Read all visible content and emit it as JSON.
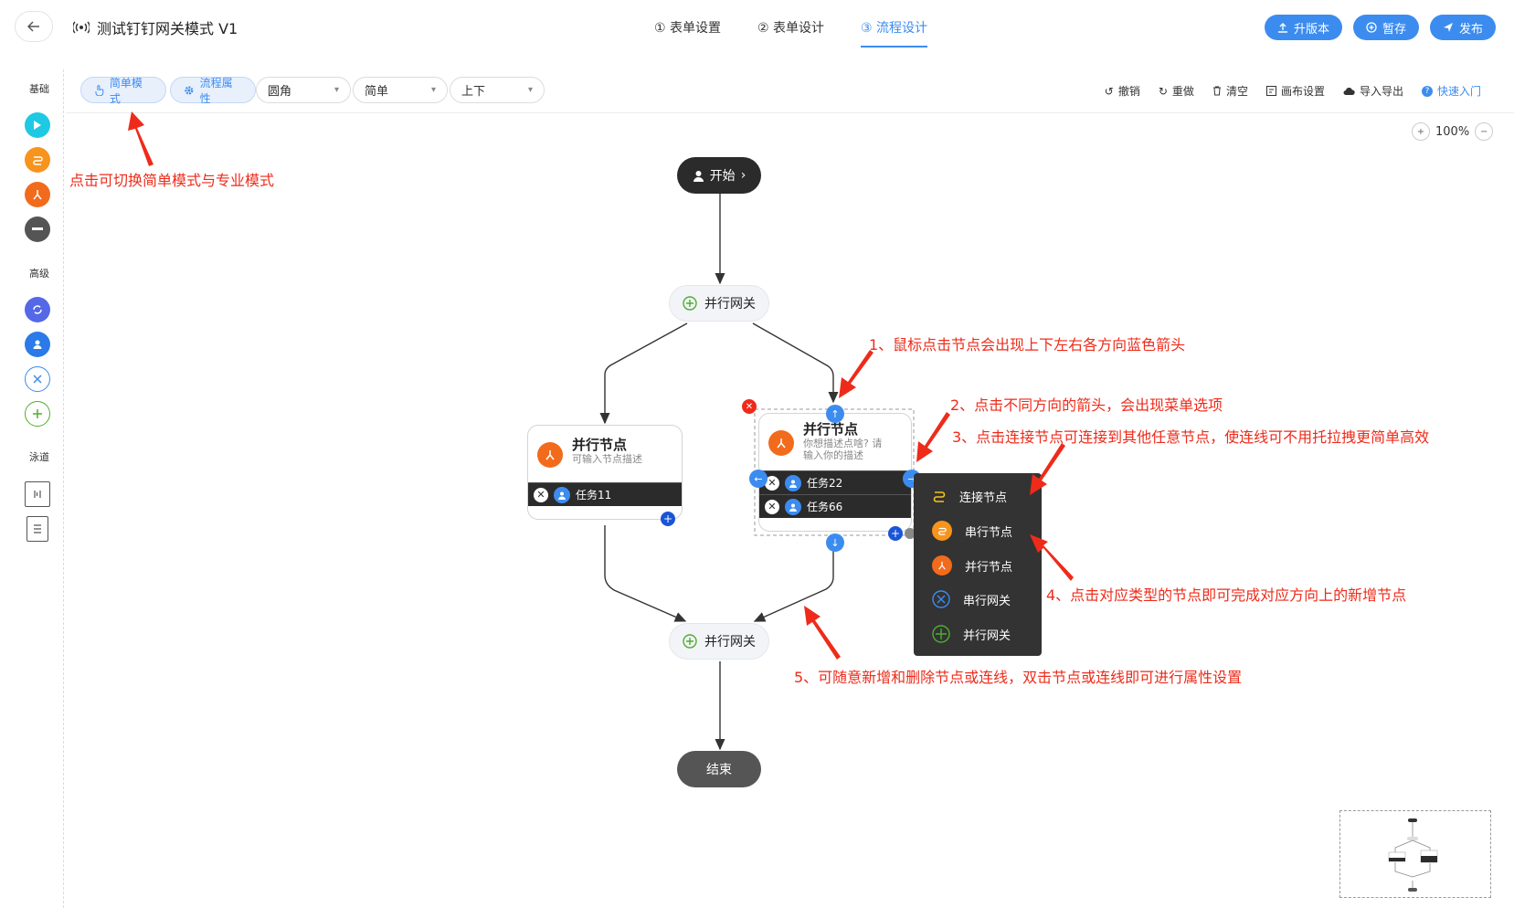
{
  "header": {
    "back_icon": "arrow-left-icon",
    "title": "测试钉钉网关模式 V1",
    "steps": [
      "① 表单设置",
      "② 表单设计",
      "③ 流程设计"
    ],
    "active_step": 2,
    "buttons": [
      "升版本",
      "暂存",
      "发布"
    ]
  },
  "palette": {
    "basic_label": "基础",
    "advanced_label": "高级",
    "lane_label": "泳道"
  },
  "toolbar": {
    "simple_mode": "简单模式",
    "flow_props": "流程属性",
    "select_corner": "圆角",
    "select_style": "简单",
    "select_direction": "上下",
    "right": [
      "撤销",
      "重做",
      "清空",
      "画布设置",
      "导入导出",
      "快速入门"
    ]
  },
  "canvas": {
    "zoom": "100%",
    "start": "开始",
    "gateway_top": "并行网关",
    "gateway_bottom": "并行网关",
    "end": "结束",
    "left_node": {
      "title": "并行节点",
      "desc": "可输入节点描述",
      "tasks": [
        "任务11"
      ]
    },
    "right_node": {
      "title": "并行节点",
      "desc_line1": "你想描述点啥? 请",
      "desc_line2": "输入你的描述",
      "tasks": [
        "任务22",
        "任务66"
      ]
    },
    "menu": [
      "连接节点",
      "串行节点",
      "并行节点",
      "串行网关",
      "并行网关"
    ]
  },
  "annotations": {
    "a0": "点击可切换简单模式与专业模式",
    "a1": "1、鼠标点击节点会出现上下左右各方向蓝色箭头",
    "a2": "2、点击不同方向的箭头，会出现菜单选项",
    "a3": "3、点击连接节点可连接到其他任意节点，使连线可不用托拉拽更简单高效",
    "a4": "4、点击对应类型的节点即可完成对应方向上的新增节点",
    "a5": "5、可随意新增和删除节点或连线，双击节点或连线即可进行属性设置"
  },
  "colors": {
    "accent": "#3c8cf0",
    "annotation": "#ee2b1a",
    "serial": "#f7941d",
    "parallel": "#f26b1d",
    "dark": "#2b2b2b"
  }
}
